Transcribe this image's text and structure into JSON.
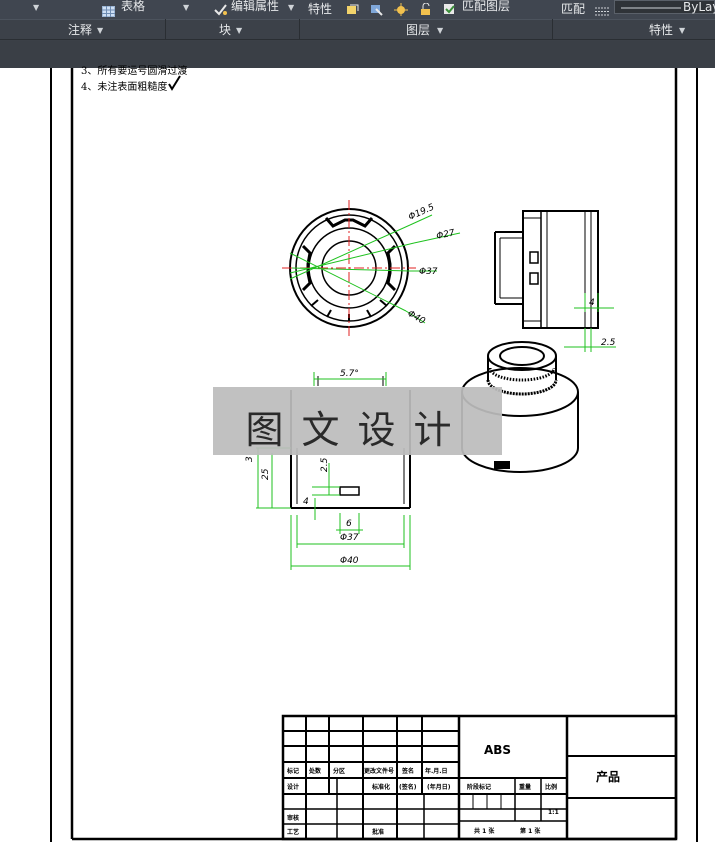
{
  "ribbon": {
    "tools": {
      "table": "表格",
      "edit_attr": "编辑属性",
      "properties": "特性",
      "match_layer": "匹配图层",
      "match": "匹配",
      "bylayer": "ByLayer"
    },
    "panels": {
      "annotation": "注释",
      "block": "块",
      "layers": "图层",
      "properties": "特性"
    }
  },
  "notes": {
    "note3": "3、所有要运号圆滑过渡",
    "note4": "4、未注表面粗糙度"
  },
  "dimensions": {
    "d19_5": "Φ19.5",
    "d27": "Φ27",
    "d37": "Φ37",
    "d40": "Φ40",
    "w4": "4",
    "w2_5": "2.5",
    "angle": "5.7°",
    "h25": "25",
    "h3": "3",
    "v2_5": "2.5",
    "v4": "4",
    "w6": "6",
    "bot37": "Φ37",
    "bot40": "Φ40"
  },
  "watermark": "图文设计",
  "title_block": {
    "material": "ABS",
    "name": "产品",
    "row_labels": {
      "mark": "标记",
      "count": "处数",
      "zone": "分区",
      "doc": "更改文件号",
      "sign": "签名",
      "date": "年.月.日",
      "design": "设计",
      "std": "标准化",
      "sign2": "(签名)",
      "date2": "(年月日)",
      "review": "审核",
      "process": "工艺",
      "approve": "批准"
    },
    "stage": "阶段标记",
    "weight": "重量",
    "scale": "比例",
    "scale_value": "1:1",
    "sheets": "共 1 张",
    "sheet_no": "第 1 张"
  }
}
